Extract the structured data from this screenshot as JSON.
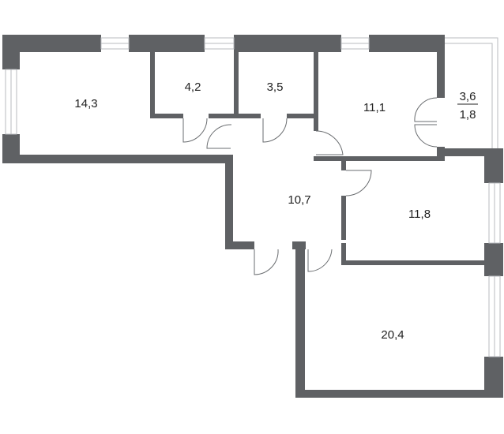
{
  "rooms": {
    "room_left": "14,3",
    "room_small_1": "4,2",
    "room_small_2": "3,5",
    "room_right_top": "11,1",
    "balcony_top": "3,6",
    "balcony_bottom": "1,8",
    "hall": "10,7",
    "room_right_mid": "11,8",
    "room_bottom": "20,4"
  },
  "colors": {
    "wall": "#5f6164",
    "window": "#b8bbbf",
    "background": "#ffffff"
  }
}
